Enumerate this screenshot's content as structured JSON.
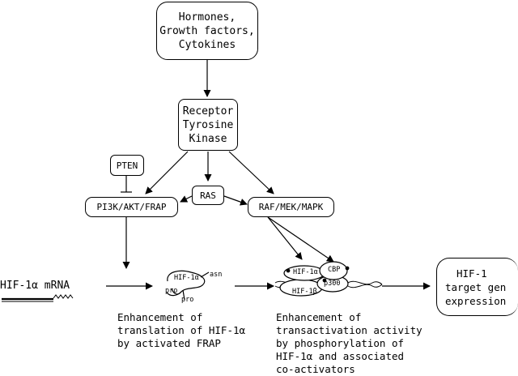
{
  "nodes": {
    "hormones": [
      "Hormones,",
      "Growth factors,",
      "Cytokines"
    ],
    "receptor": [
      "Receptor",
      "Tyrosine",
      "Kinase"
    ],
    "pten": "PTEN",
    "ras": "RAS",
    "pi3k": "PI3K/AKT/FRAP",
    "raf": "RAF/MEK/MAPK",
    "hif_mrna": "HIF-1α mRNA",
    "target": [
      "HIF-1",
      "target gen",
      "expression"
    ]
  },
  "protein_labels": {
    "hif1a_left": "HIF-1α",
    "asn": "asn",
    "pro_top": "pro",
    "pro_bottom": "pro",
    "hif1a_right": "HIF-1α",
    "cbp": "CBP",
    "p300": "p300",
    "hif1b": "HIF-1β"
  },
  "captions": {
    "translation": [
      "Enhancement of",
      "translation of HIF-1α",
      "by activated FRAP"
    ],
    "transactivation": [
      "Enhancement of",
      "transactivation activity",
      "by phosphorylation of",
      "HIF-1α and associated",
      "co-activators"
    ]
  }
}
